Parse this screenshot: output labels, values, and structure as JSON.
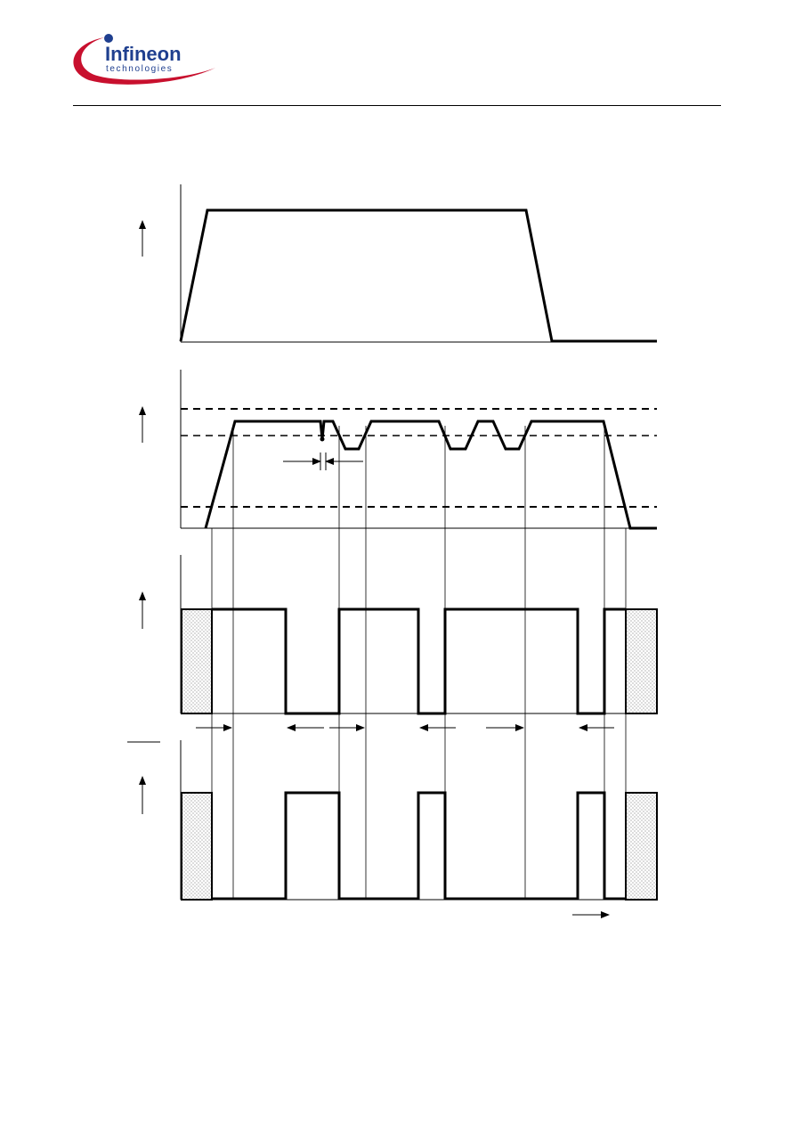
{
  "header": {
    "brand_name": "Infineon",
    "brand_tagline": "technologies",
    "brand_color": "#c8102e",
    "brand_text_color": "#1f3f8f"
  },
  "diagram": {
    "type": "timing-diagram",
    "stroke_color": "#000000",
    "hatch_fill": "dotted",
    "axis_arrow_icons": [
      "up-arrow-icon",
      "up-arrow-icon",
      "up-arrow-icon",
      "up-arrow-icon"
    ],
    "time_arrow_icon": "right-arrow-icon",
    "dashed_threshold_levels": 3,
    "panels": 4
  }
}
